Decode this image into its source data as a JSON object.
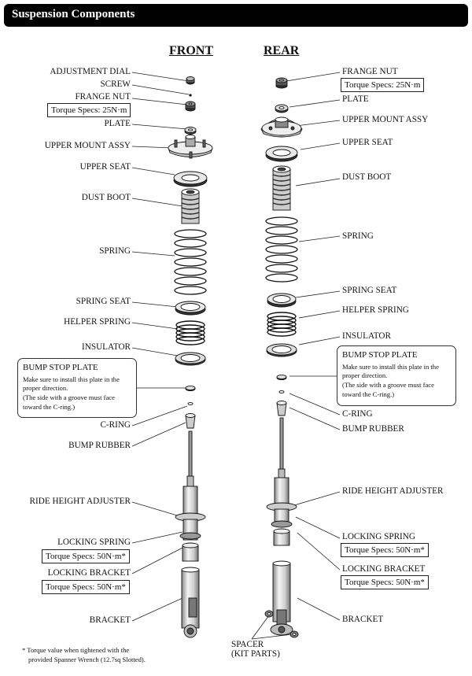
{
  "header": {
    "title": "Suspension Components"
  },
  "columns": {
    "front": "FRONT",
    "rear": "REAR"
  },
  "front": {
    "adjustment_dial": "ADJUSTMENT DIAL",
    "screw": "SCREW",
    "frange_nut": "FRANGE NUT",
    "nut_torque": "Torque Specs: 25N·m",
    "plate": "PLATE",
    "upper_mount": "UPPER MOUNT ASSY",
    "upper_seat": "UPPER SEAT",
    "dust_boot": "DUST BOOT",
    "spring": "SPRING",
    "spring_seat": "SPRING SEAT",
    "helper_spring": "HELPER SPRING",
    "insulator": "INSULATOR",
    "bump_stop_title": "BUMP STOP PLATE",
    "bump_stop_line1": "Make sure to install this plate in the",
    "bump_stop_line2": "proper direction.",
    "bump_stop_line3": "(The side with a groove must face",
    "bump_stop_line4": "toward the C-ring.)",
    "c_ring": "C-RING",
    "bump_rubber": "BUMP RUBBER",
    "ride_height": "RIDE HEIGHT ADJUSTER",
    "locking_spring": "LOCKING SPRING",
    "locking_spring_torque": "Torque Specs: 50N·m*",
    "locking_bracket": "LOCKING BRACKET",
    "locking_bracket_torque": "Torque Specs: 50N·m*",
    "bracket": "BRACKET"
  },
  "rear": {
    "frange_nut": "FRANGE NUT",
    "nut_torque": "Torque Specs: 25N·m",
    "plate": "PLATE",
    "upper_mount": "UPPER MOUNT ASSY",
    "upper_seat": "UPPER  SEAT",
    "dust_boot": "DUST BOOT",
    "spring": "SPRING",
    "spring_seat": "SPRING SEAT",
    "helper_spring": "HELPER SPRING",
    "insulator": "INSULATOR",
    "bump_stop_title": "BUMP STOP PLATE",
    "bump_stop_line1": "Make sure to install this plate in the",
    "bump_stop_line2": "proper direction.",
    "bump_stop_line3": "(The side with a groove must face",
    "bump_stop_line4": "toward the C-ring.)",
    "c_ring": "C-RING",
    "bump_rubber": "BUMP RUBBER",
    "ride_height": "RIDE HEIGHT ADJUSTER",
    "locking_spring": "LOCKING SPRING",
    "locking_spring_torque": "Torque Specs: 50N·m*",
    "locking_bracket": "LOCKING BRACKET",
    "locking_bracket_torque": "Torque Specs: 50N·m*",
    "bracket": "BRACKET",
    "spacer_line1": "SPACER",
    "spacer_line2": "(KIT PARTS)"
  },
  "footnote": {
    "line1": "* Torque value when tightened with the",
    "line2": "provided Spanner Wrench (12.7sq Slotted)."
  }
}
